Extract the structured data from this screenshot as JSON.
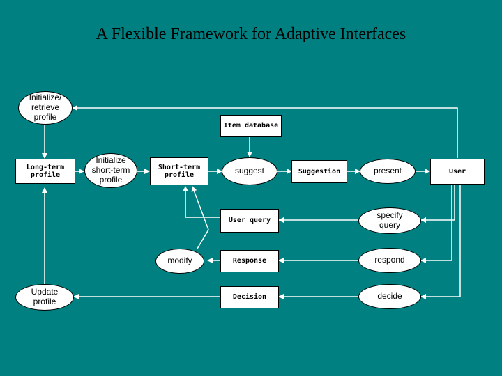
{
  "title": "A Flexible Framework for Adaptive Interfaces",
  "nodes": {
    "init_profile": "Initialize/\nretrieve\nprofile",
    "long_term": "Long-term\nprofile",
    "init_short": "Initialize\nshort-term\nprofile",
    "short_term": "Short-term\nprofile",
    "item_db": "Item database",
    "suggest": "suggest",
    "suggestion": "Suggestion",
    "present": "present",
    "user": "User",
    "user_query": "User query",
    "specify_query": "specify\nquery",
    "modify": "modify",
    "response": "Response",
    "respond": "respond",
    "update_profile": "Update\nprofile",
    "decision": "Decision",
    "decide": "decide"
  }
}
